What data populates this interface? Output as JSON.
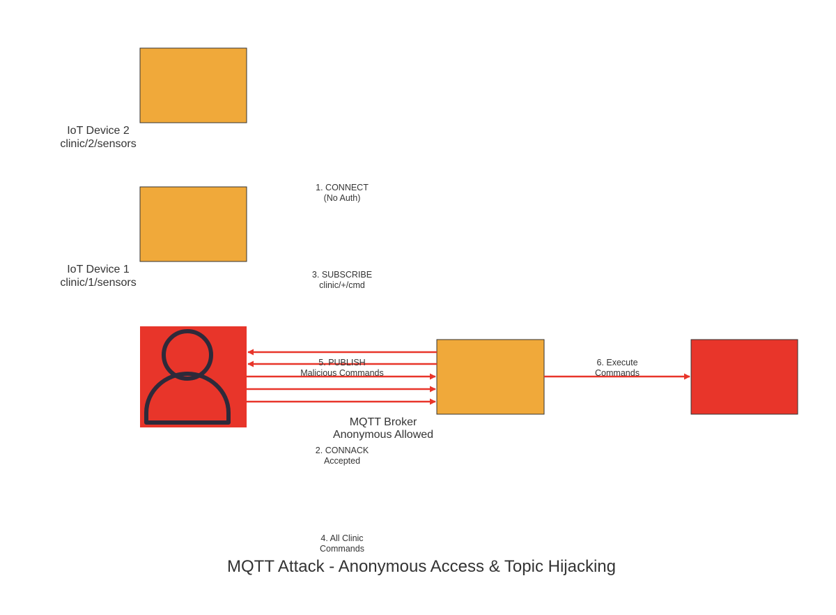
{
  "colors": {
    "device_fill": "#F0A93A",
    "broker_fill": "#F0A93A",
    "attacker_fill": "#E8352A",
    "target_fill": "#E8352A",
    "arrow": "#E8352A",
    "outline": "#333333",
    "person_icon": "#2E2A3A"
  },
  "nodes": {
    "device2": {
      "line1": "IoT Device 2",
      "line2": "clinic/2/sensors"
    },
    "device1": {
      "line1": "IoT Device 1",
      "line2": "clinic/1/sensors"
    },
    "attacker": {
      "icon": "person-icon"
    },
    "broker": {
      "line1": "MQTT Broker",
      "line2": "Anonymous Allowed"
    },
    "target": {}
  },
  "edges": {
    "connect": {
      "line1": "1. CONNECT",
      "line2": "(No Auth)"
    },
    "connack": {
      "line1": "2. CONNACK",
      "line2": "Accepted"
    },
    "subscribe": {
      "line1": "3. SUBSCRIBE",
      "line2": "clinic/+/cmd"
    },
    "all_commands": {
      "line1": "4. All Clinic",
      "line2": "Commands"
    },
    "publish": {
      "line1": "5. PUBLISH",
      "line2": "Malicious Commands"
    },
    "execute": {
      "line1": "6. Execute",
      "line2": "Commands"
    }
  },
  "title": "MQTT Attack - Anonymous Access & Topic Hijacking"
}
